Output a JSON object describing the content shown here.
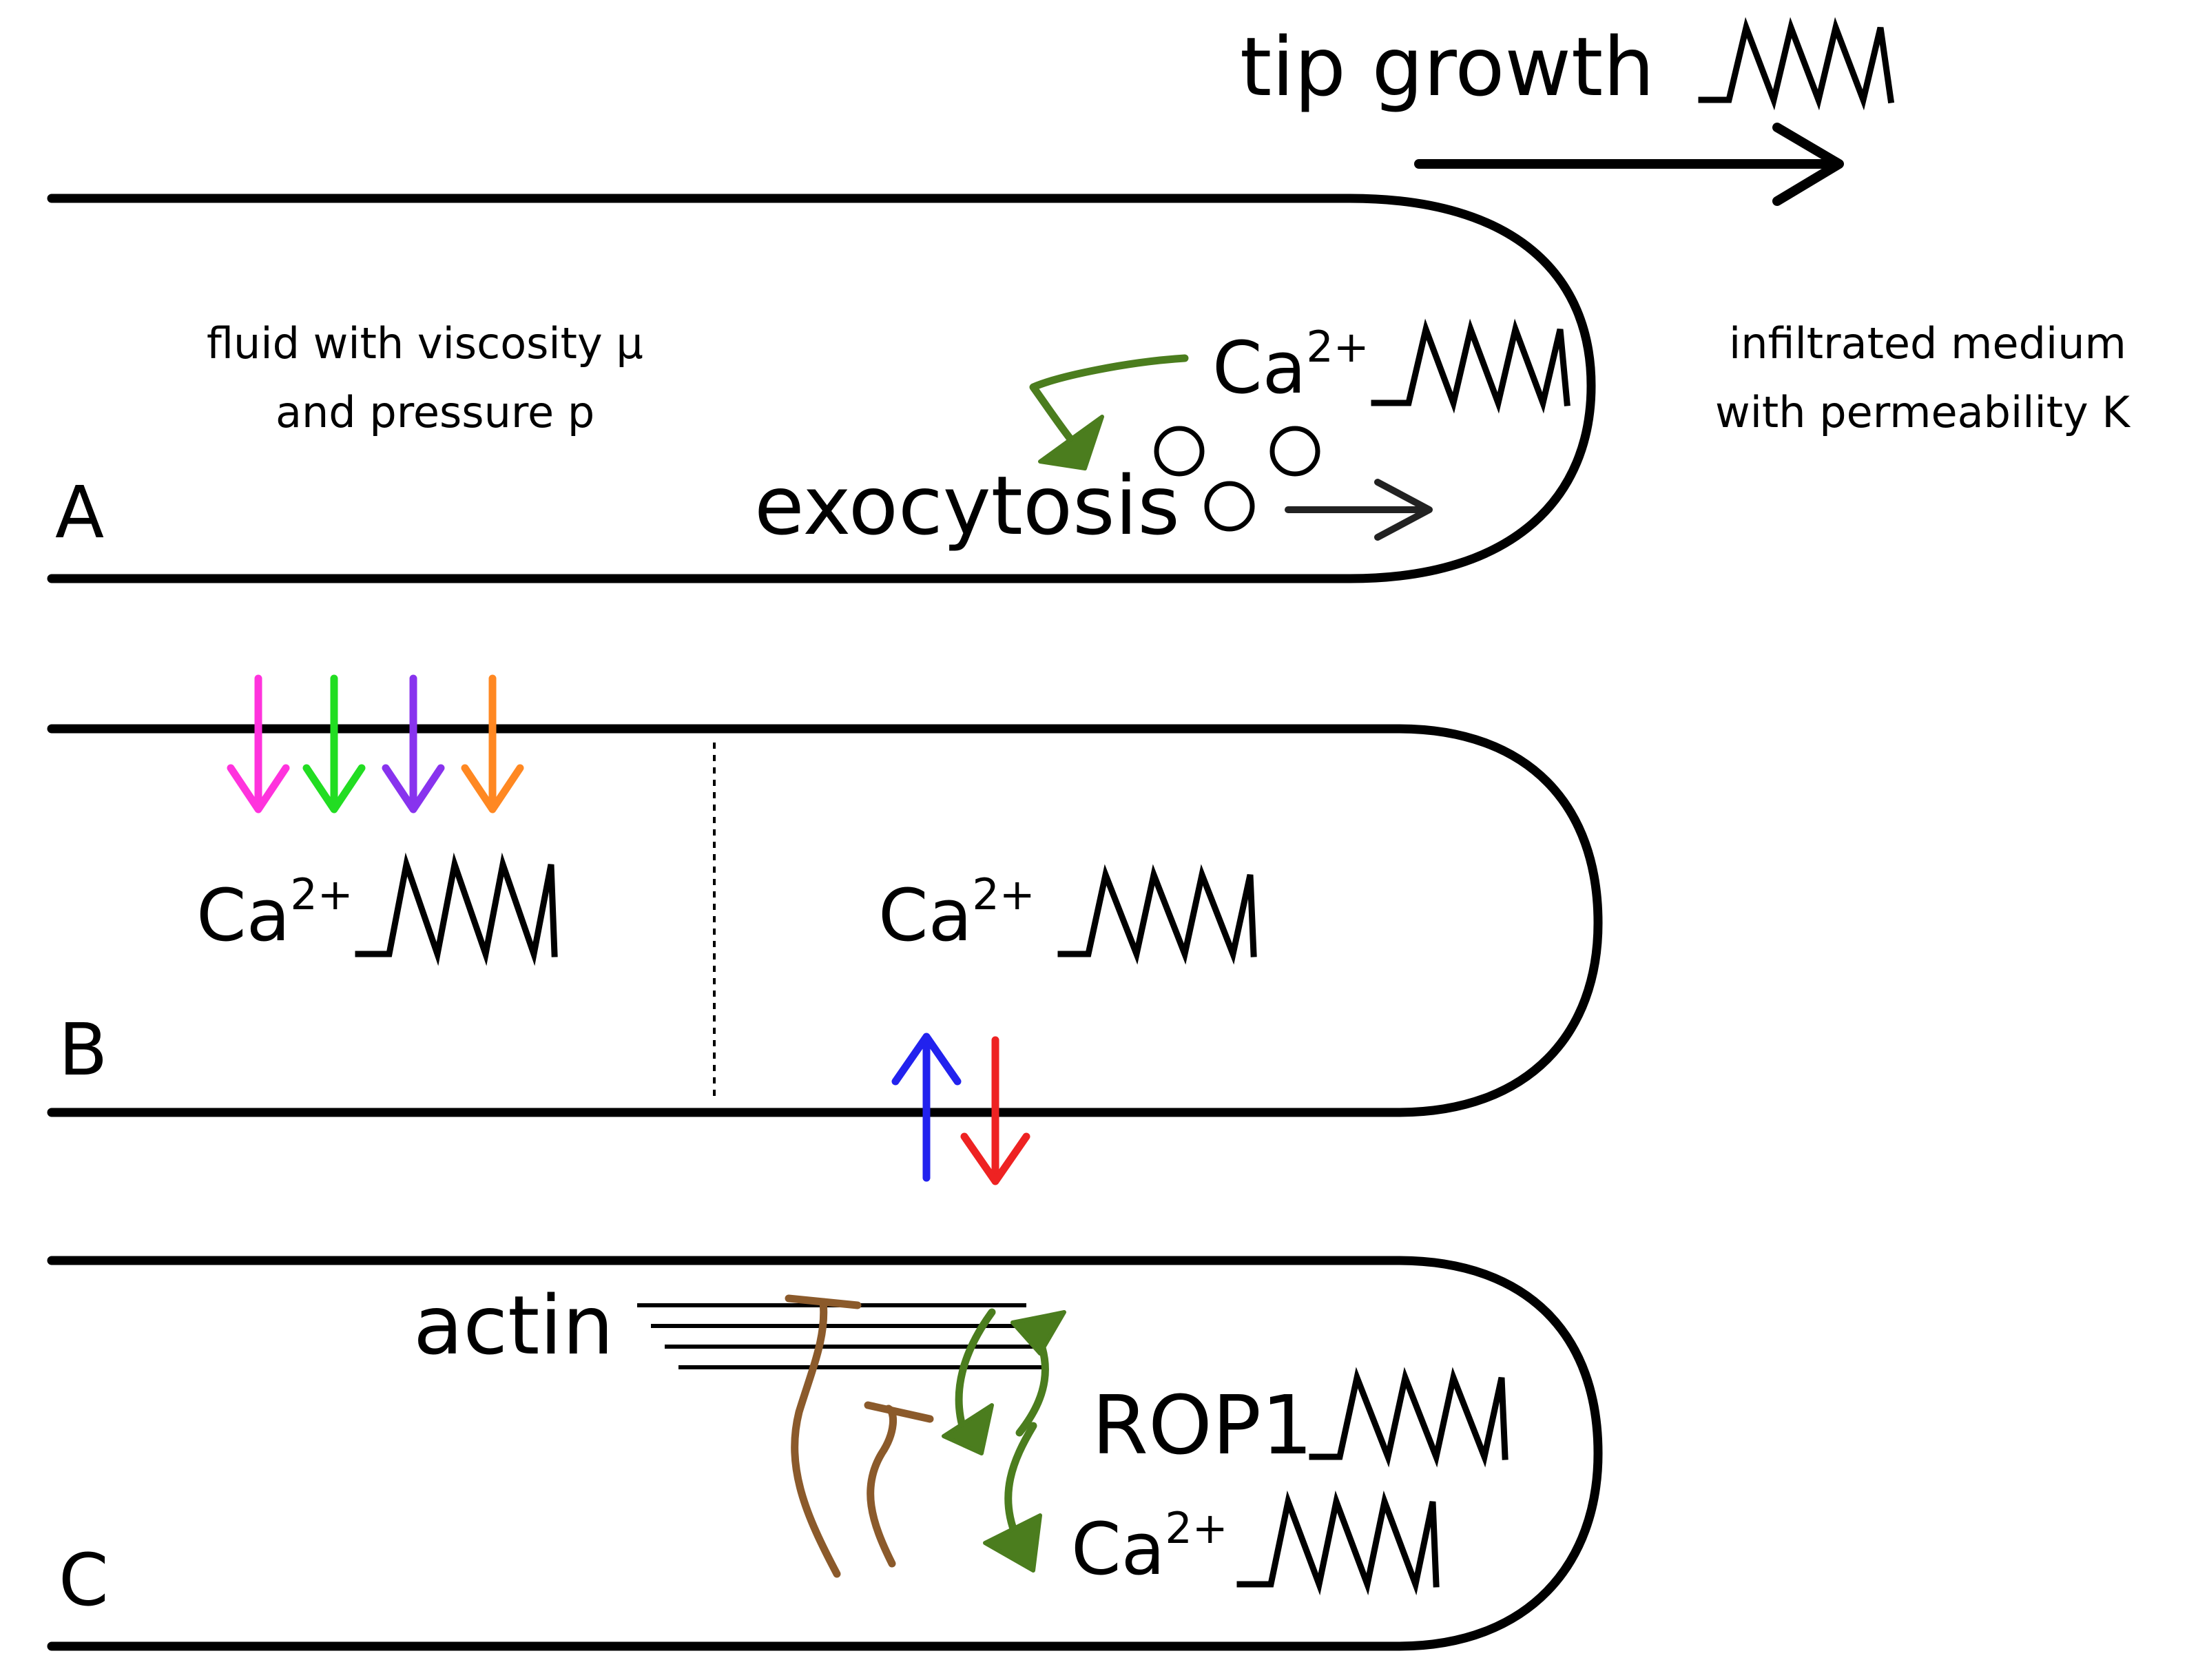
{
  "top": {
    "tip_growth": "tip growth"
  },
  "panel_a": {
    "letter": "A",
    "fluid_line1": "fluid with viscosity μ",
    "fluid_line2": "and pressure p",
    "medium_line1": "infiltrated medium",
    "medium_line2": "with permeability K",
    "calcium_base": "Ca",
    "calcium_sup": "2+",
    "exocytosis": "exocytosis"
  },
  "panel_b": {
    "letter": "B",
    "calcium_left_base": "Ca",
    "calcium_left_sup": "2+",
    "calcium_right_base": "Ca",
    "calcium_right_sup": "2+"
  },
  "panel_c": {
    "letter": "C",
    "actin": "actin",
    "rop1": "ROP1",
    "calcium_base": "Ca",
    "calcium_sup": "2+"
  },
  "colors": {
    "ink": "#000000",
    "green": "#4b7d1e",
    "magenta": "#ff33dd",
    "bright_green": "#22dd22",
    "purple": "#8833ee",
    "orange": "#ff8822",
    "blue": "#2222ee",
    "red": "#ee2222",
    "brown": "#8b5a2b"
  },
  "icons": {
    "oscillation": "sawtooth-oscillation-icon",
    "vesicle": "vesicle-circle-icon"
  }
}
